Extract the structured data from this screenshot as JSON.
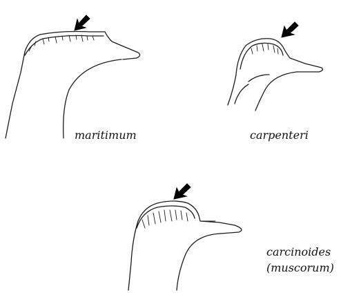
{
  "figure": {
    "panels": [
      {
        "id": "maritimum",
        "label": "maritimum"
      },
      {
        "id": "carpenteri",
        "label": "carpenteri"
      },
      {
        "id": "carcinoides",
        "label": "carcinoides",
        "sublabel": "(muscorum)"
      }
    ]
  }
}
